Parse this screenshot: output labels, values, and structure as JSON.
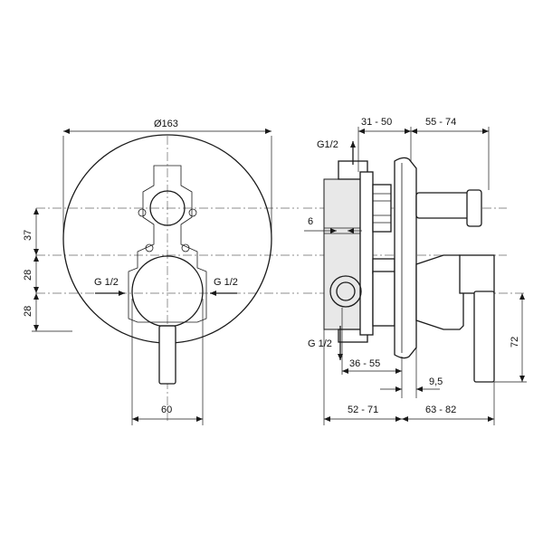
{
  "front_view": {
    "diameter_label": "Ø163",
    "dim_37": "37",
    "dim_28_upper": "28",
    "dim_28_lower": "28",
    "thread_left": "G 1/2",
    "thread_right": "G 1/2",
    "width_60": "60"
  },
  "side_view": {
    "dim_31_50": "31 - 50",
    "dim_55_74": "55 - 74",
    "thread_top": "G1/2",
    "thread_bottom": "G 1/2",
    "dim_6": "6",
    "dim_36_55": "36 - 55",
    "dim_9_5": "9,5",
    "dim_52_71": "52 - 71",
    "dim_63_82": "63 - 82",
    "dim_72": "72"
  }
}
